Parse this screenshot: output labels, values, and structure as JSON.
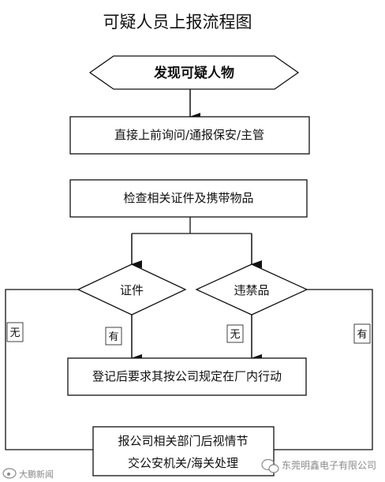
{
  "title": "可疑人员上报流程图",
  "nodes": {
    "start": "发现可疑人物",
    "step1": "直接上前询问/通报保安/主管",
    "step2": "检查相关证件及携带物品",
    "decision_left": "证件",
    "decision_right": "违禁品",
    "result_register": "登记后要求其按公司规定在厂内行动",
    "result_report_line1": "报公司相关部门后视情节",
    "result_report_line2": "交公安机关/海关处理"
  },
  "edge_labels": {
    "left_none": "无",
    "left_yes": "有",
    "right_none": "无",
    "right_yes": "有"
  },
  "watermarks": {
    "left": "大鹏新闻",
    "right": "东莞明鑫电子有限公司"
  },
  "colors": {
    "stroke": "#111111",
    "text": "#111111",
    "background": "#ffffff",
    "watermark": "#8a8a8a"
  }
}
